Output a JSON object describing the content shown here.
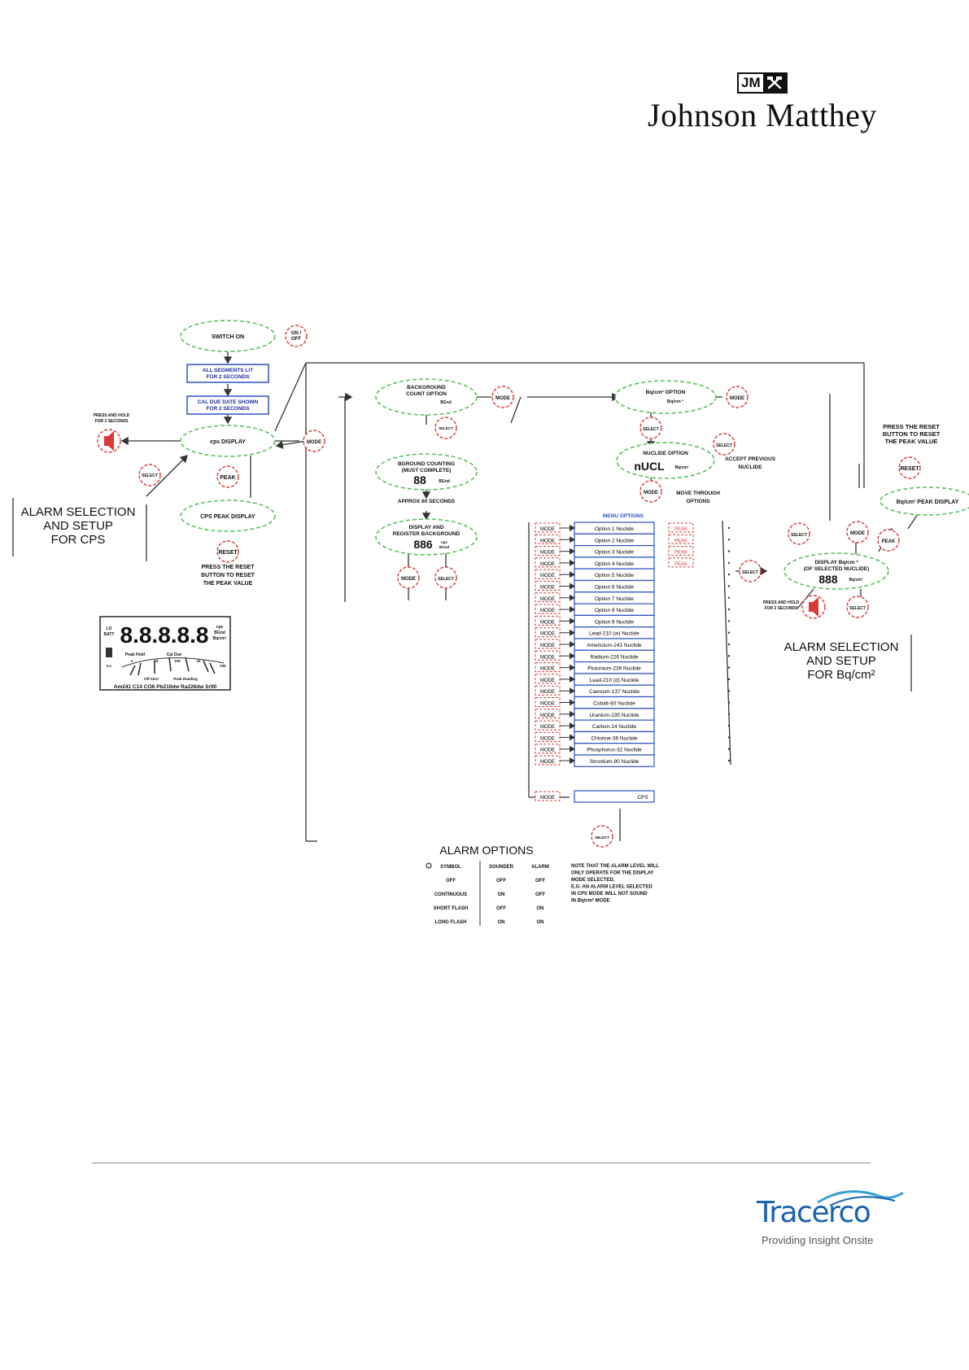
{
  "header": {
    "logo_mark": "JM",
    "company": "Johnson Matthey"
  },
  "footer": {
    "brand": "Tracerco",
    "tagline": "Providing Insight Onsite"
  },
  "diagram": {
    "switch_on": "SWITCH ON",
    "on_off": [
      "ON /",
      "OFF"
    ],
    "all_segments": [
      "ALL SEGMENTS LIT",
      "FOR 2 SECONDS"
    ],
    "cal_due": [
      "CAL DUE DATE SHOWN",
      "FOR 2 SECONDS"
    ],
    "cps_display": "cps DISPLAY",
    "press_hold_left": [
      "PRESS AND HOLD",
      "FOR 2 SECONDS"
    ],
    "select": "SELECT",
    "peak": "PEAK",
    "cps_peak_display": "CPS PEAK DISPLAY",
    "reset": "RESET",
    "press_reset_left": [
      "PRESS THE RESET",
      "BUTTON TO RESET",
      "THE PEAK VALUE"
    ],
    "alarm_cps": [
      "ALARM SELECTION",
      "AND SETUP",
      "FOR CPS"
    ],
    "mode": "MODE",
    "bkg_option": [
      "BACKGROUND",
      "COUNT OPTION",
      "BGnd"
    ],
    "bkg_counting": [
      "BGROUND COUNTING",
      "(MUST COMPLETE)",
      "88",
      "BGnd"
    ],
    "approx": "APPROX 60 SECONDS",
    "display_register": [
      "DISPLAY AND",
      "REGISTER BACKGROUND",
      "886",
      "cps",
      "BGnd"
    ],
    "bq_option": [
      "Bq/cm² OPTION",
      "Bq/cm ²"
    ],
    "nuclide_option": [
      "NUCLIDE OPTION",
      "nUCL",
      "Bq/cm²"
    ],
    "accept_previous": [
      "ACCEPT PREVIOUS",
      "NUCLIDE"
    ],
    "move_through": [
      "MOVE THROUGH",
      "OPTIONS"
    ],
    "menu_title": "MENU OPTIONS",
    "menu_items": [
      "Option 1 Nuclide",
      "Option 2 Nuclide",
      "Option 3 Nuclide",
      "Option 4 Nuclide",
      "Option 5 Nuclide",
      "Option 6 Nuclide",
      "Option 7 Nuclide",
      "Option 8 Nuclide",
      "Option 9 Nuclide",
      "Lead-210 (w) Nuclide",
      "Americium-241 Nuclide",
      "Radium-226 Nuclide",
      "Plutonium-239 Nuclide",
      "Lead-210 (d) Nuclide",
      "Caesium-137 Nuclide",
      "Cobalt-60 Nuclide",
      "Uranium-235 Nuclide",
      "Carbon-14 Nuclide",
      "Chlorine-36 Nuclide",
      "Phosphorus-32 Nuclide",
      "Strontium-90 Nuclide"
    ],
    "cps_item": "CPS",
    "press_reset_right": [
      "PRESS THE RESET",
      "BUTTON TO RESET",
      "THE PEAK VALUE"
    ],
    "bq_peak_display": "Bq/cm² PEAK DISPLAY",
    "display_selected": [
      "DISPLAY Bq/cm ²",
      "(OF SELECTED NUCLIDE)",
      "888",
      "Bq/cm²"
    ],
    "press_hold_right": [
      "PRESS AND HOLD",
      "FOR 2 SECONDS"
    ],
    "alarm_bq": [
      "ALARM SELECTION",
      "AND SETUP",
      "FOR Bq/cm²"
    ],
    "lcd": {
      "digits": "8.8.8.8.8",
      "left_labels": [
        "LO",
        "BATT"
      ],
      "right_labels": [
        "cps",
        "BGnd",
        "Bq/cm²"
      ],
      "row_labels": [
        "Peak Hold",
        "Cal Due"
      ],
      "scale": [
        "0.1",
        "1",
        "10",
        "100",
        "1k",
        "10k"
      ],
      "bottom_labels": [
        "Off Alert",
        "Peak Reading"
      ],
      "nuclides": "Am241 C14 Cl36 Pb210dw Ra226dw Sr90"
    },
    "alarm_options": {
      "title": "ALARM OPTIONS",
      "headers": [
        "SYMBOL",
        "SOUNDER",
        "ALARM"
      ],
      "rows": [
        [
          "OFF",
          "OFF",
          "OFF"
        ],
        [
          "CONTINUOUS",
          "ON",
          "OFF"
        ],
        [
          "SHORT FLASH",
          "OFF",
          "ON"
        ],
        [
          "LONG FLASH",
          "ON",
          "ON"
        ]
      ]
    },
    "note": [
      "NOTE THAT THE ALARM LEVEL WILL",
      "ONLY OPERATE FOR THE DISPLAY",
      "MODE SELECTED.",
      "E.G. AN ALARM LEVEL SELECTED",
      "IN CPS MODE WILL NOT SOUND",
      "IN Bq/cm² MODE"
    ]
  }
}
